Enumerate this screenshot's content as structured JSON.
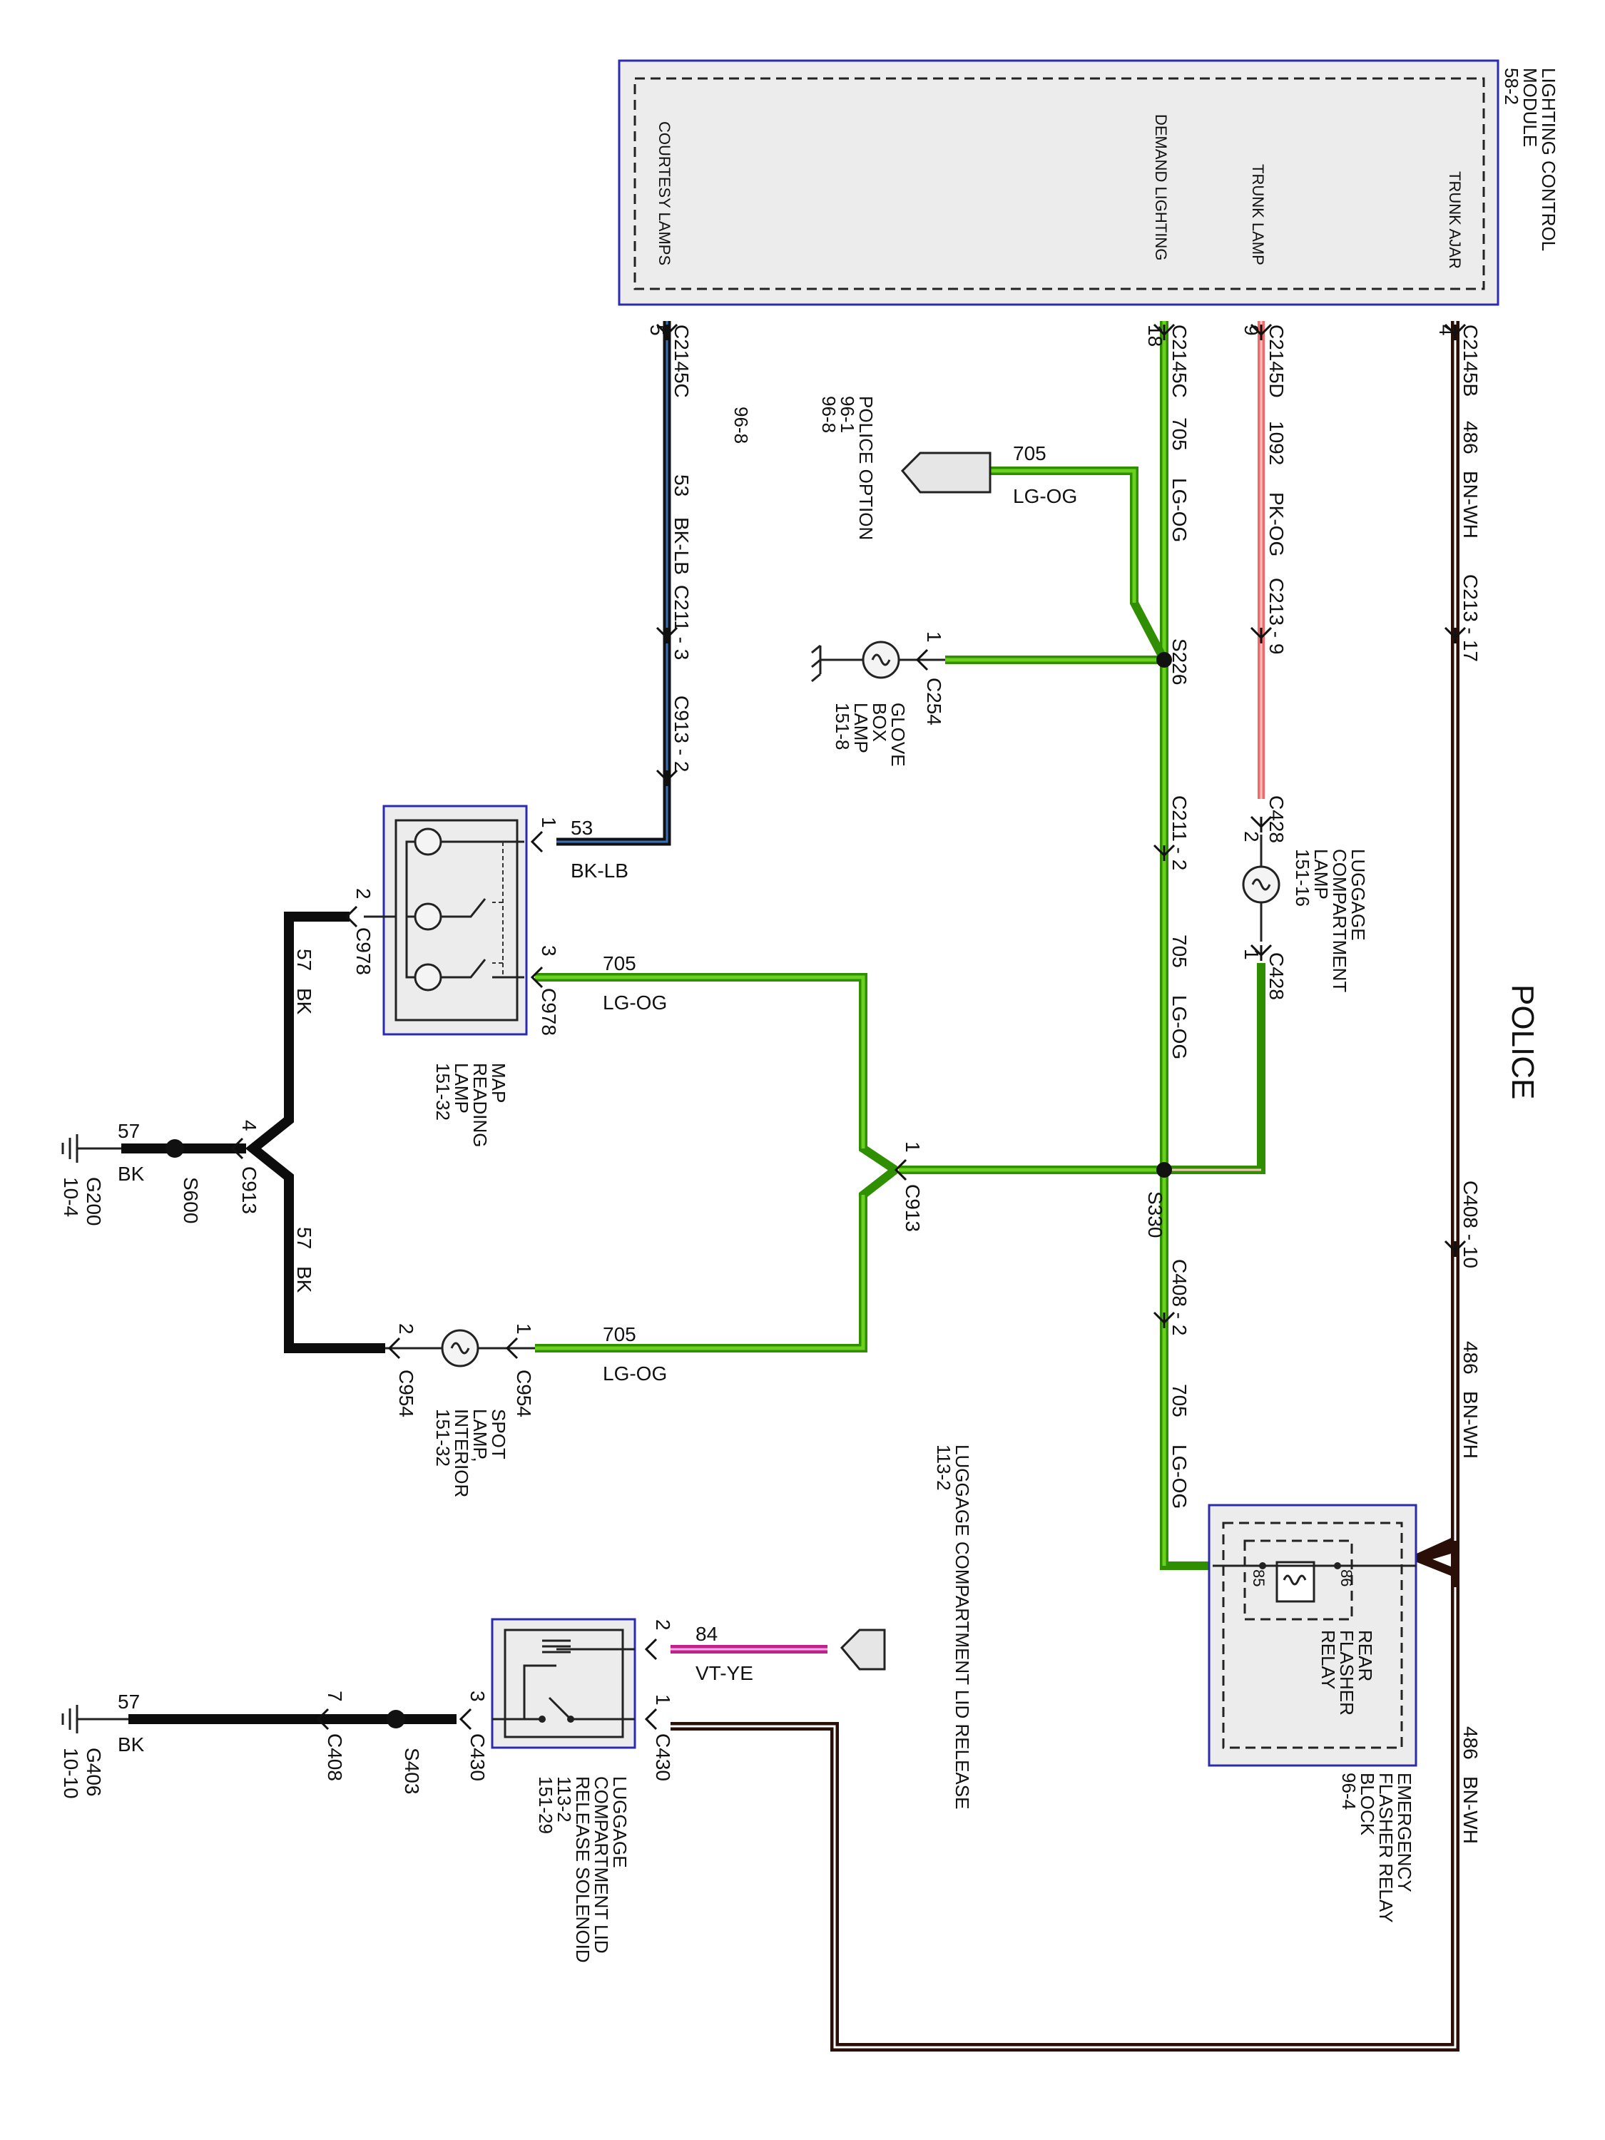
{
  "title": "POLICE",
  "modules": {
    "lighting_control": {
      "name": "LIGHTING CONTROL",
      "name2": "MODULE",
      "ref": "58-2"
    },
    "pins": {
      "trunk_ajar": "TRUNK AJAR",
      "trunk_lamp": "TRUNK LAMP",
      "demand_lighting": "DEMAND LIGHTING",
      "courtesy_lamps": "COURTESY LAMPS"
    },
    "emergency_flasher": {
      "line1": "EMERGENCY",
      "line2": "FLASHER RELAY",
      "line3": "BLOCK",
      "ref": "96-4"
    },
    "rear_flasher": {
      "line1": "REAR",
      "line2": "FLASHER",
      "line3": "RELAY",
      "pin85": "85",
      "pin86": "86"
    },
    "map_lamp": {
      "line1": "MAP",
      "line2": "READING",
      "line3": "LAMP",
      "ref": "151-32"
    },
    "spot_lamp": {
      "line1": "SPOT",
      "line2": "LAMP,",
      "line3": "INTERIOR",
      "ref": "151-32"
    },
    "glove_box": {
      "line1": "GLOVE",
      "line2": "BOX",
      "line3": "LAMP",
      "ref": "151-8"
    },
    "luggage_lamp": {
      "line1": "LUGGAGE",
      "line2": "COMPARTMENT",
      "line3": "LAMP",
      "ref": "151-16"
    },
    "police_option": {
      "line1": "POLICE OPTION",
      "ref1": "96-1",
      "ref2": "96-8"
    },
    "ref_96_8": "96-8",
    "lid_release_top": {
      "line1": "LUGGAGE COMPARTMENT LID RELEASE",
      "ref": "113-2"
    },
    "solenoid": {
      "line1": "LUGGAGE",
      "line2": "COMPARTMENT LID",
      "line3": "RELEASE SOLENOID",
      "ref1": "113-2",
      "ref2": "151-29"
    }
  },
  "wires": {
    "w486": "486",
    "bn_wh": "BN-WH",
    "w1092": "1092",
    "pk_og": "PK-OG",
    "w705": "705",
    "lg_og": "LG-OG",
    "w53": "53",
    "bk_lb": "BK-LB",
    "w57": "57",
    "bk": "BK",
    "w84": "84",
    "vt_ye": "VT-YE"
  },
  "connectors": {
    "c2145b": "C2145B",
    "c2145d": "C2145D",
    "c2145c": "C2145C",
    "c213_17": "C213 - 17",
    "c213_9": "C213 - 9",
    "c211_3": "C211 - 3",
    "c211_2": "C211 - 2",
    "c913_2": "C913 - 2",
    "c913": "C913",
    "c408_10": "C408 - 10",
    "c408_2": "C408 - 2",
    "c408": "C408",
    "c428": "C428",
    "c254": "C254",
    "c978": "C978",
    "c954": "C954",
    "c430": "C430",
    "s226": "S226",
    "s330": "S330",
    "s600": "S600",
    "s403": "S403",
    "g200": "G200",
    "g200_ref": "10-4",
    "g406": "G406",
    "g406_ref": "10-10"
  },
  "pins": {
    "p4": "4",
    "p9": "9",
    "p18": "18",
    "p5": "5",
    "p1": "1",
    "p2": "2",
    "p3": "3",
    "p7": "7"
  }
}
